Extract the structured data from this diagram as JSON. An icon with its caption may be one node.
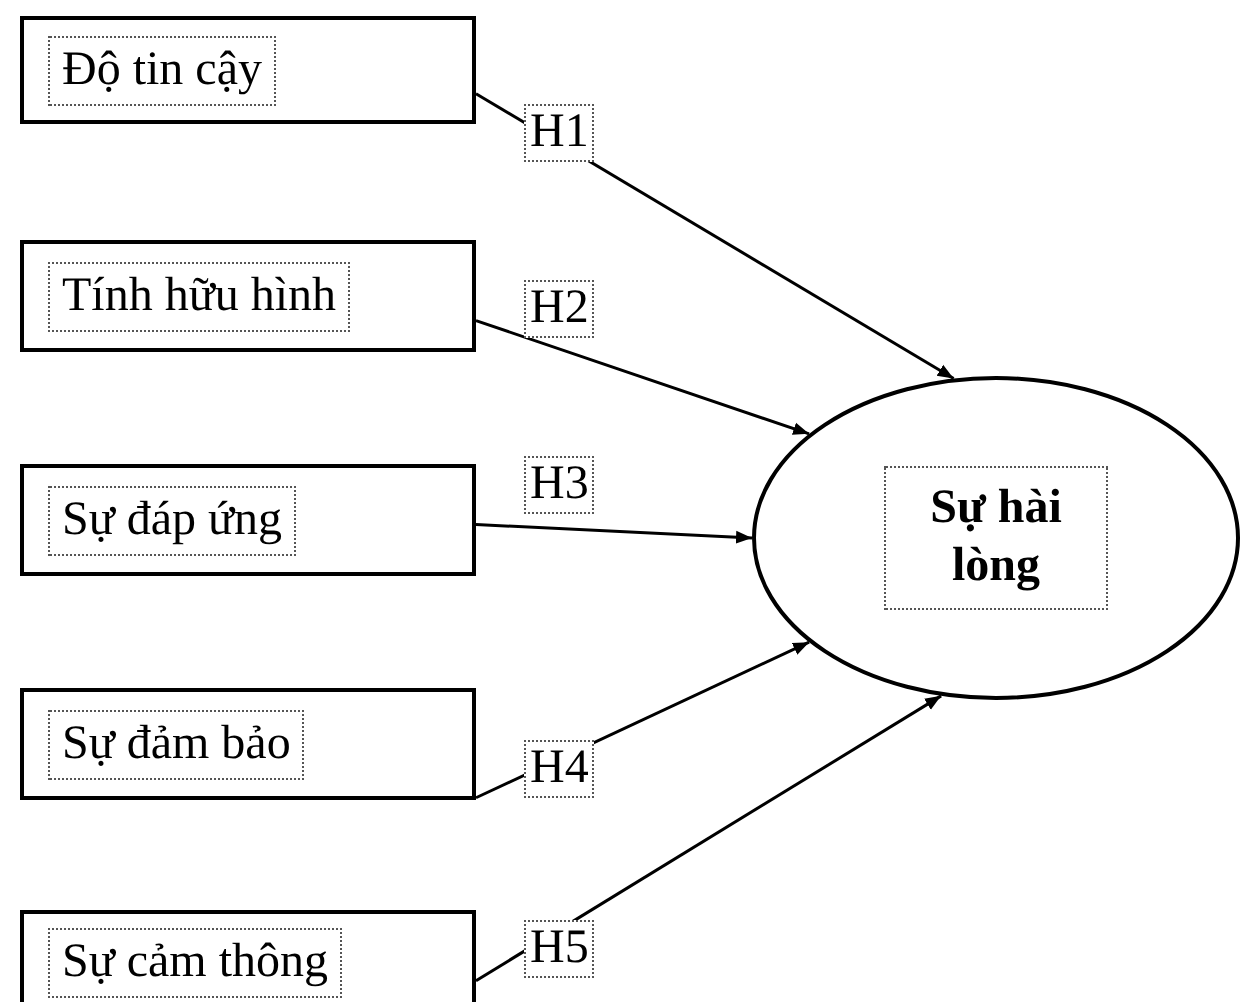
{
  "diagram": {
    "nodes": [
      {
        "text": [
          "Độ tin cậy"
        ]
      },
      {
        "text": [
          "Tính hữu hình"
        ]
      },
      {
        "text": [
          "Sự đáp ứng"
        ]
      },
      {
        "text": [
          "Sự đảm bảo"
        ]
      },
      {
        "text": [
          "Sự cảm thông"
        ]
      },
      {
        "text": [
          "Sự hài lòng"
        ]
      }
    ],
    "edges": [
      {
        "from": 0,
        "to": 5,
        "arrow": "to"
      },
      {
        "from": 1,
        "to": 5,
        "arrow": "to"
      },
      {
        "from": 2,
        "to": 5,
        "arrow": "to"
      },
      {
        "from": 3,
        "to": 5,
        "arrow": "to"
      },
      {
        "from": 4,
        "to": 5,
        "arrow": "to"
      }
    ],
    "labels": [
      "H1",
      "H2",
      "H3",
      "H4",
      "H5"
    ]
  }
}
